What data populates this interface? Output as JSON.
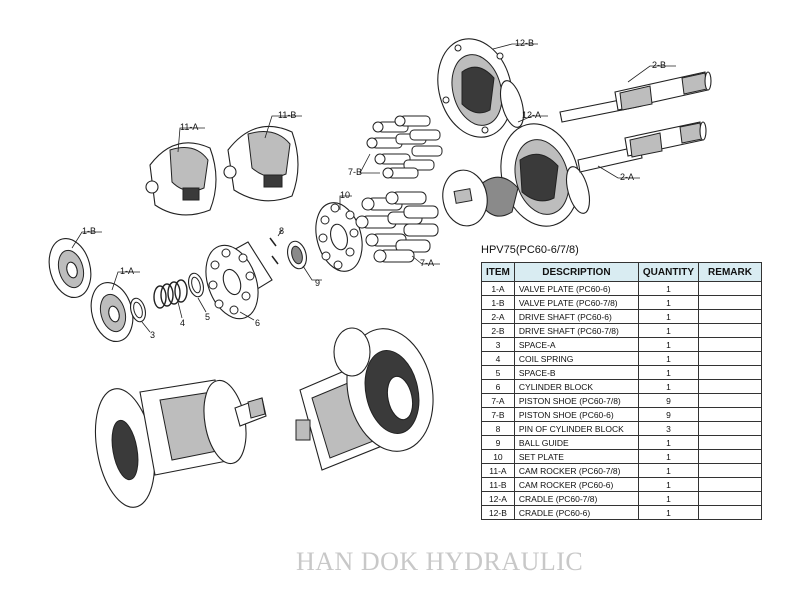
{
  "labels": {
    "l12B": "12-B",
    "l2B": "2-B",
    "l12A": "12-A",
    "l2A": "2-A",
    "l11A": "11-A",
    "l11B": "11-B",
    "l7B": "7-B",
    "l10": "10",
    "l7A": "7-A",
    "l8": "8",
    "l9": "9",
    "l1B": "1-B",
    "l1A": "1-A",
    "l3": "3",
    "l4": "4",
    "l5": "5",
    "l6": "6"
  },
  "table": {
    "title": "HPV75(PC60-6/7/8)",
    "headers": {
      "item": "ITEM",
      "description": "DESCRIPTION",
      "quantity": "QUANTITY",
      "remark": "REMARK"
    },
    "rows": [
      {
        "item": "1-A",
        "description": "VALVE PLATE (PC60-6)",
        "quantity": "1",
        "remark": ""
      },
      {
        "item": "1-B",
        "description": "VALVE PLATE (PC60-7/8)",
        "quantity": "1",
        "remark": ""
      },
      {
        "item": "2-A",
        "description": "DRIVE SHAFT (PC60-6)",
        "quantity": "1",
        "remark": ""
      },
      {
        "item": "2-B",
        "description": "DRIVE SHAFT (PC60-7/8)",
        "quantity": "1",
        "remark": ""
      },
      {
        "item": "3",
        "description": "SPACE-A",
        "quantity": "1",
        "remark": ""
      },
      {
        "item": "4",
        "description": "COIL SPRING",
        "quantity": "1",
        "remark": ""
      },
      {
        "item": "5",
        "description": "SPACE-B",
        "quantity": "1",
        "remark": ""
      },
      {
        "item": "6",
        "description": "CYLINDER BLOCK",
        "quantity": "1",
        "remark": ""
      },
      {
        "item": "7-A",
        "description": "PISTON SHOE  (PC60-7/8)",
        "quantity": "9",
        "remark": ""
      },
      {
        "item": "7-B",
        "description": "PISTON SHOE  (PC60-6)",
        "quantity": "9",
        "remark": ""
      },
      {
        "item": "8",
        "description": "PIN OF CYLINDER BLOCK",
        "quantity": "3",
        "remark": ""
      },
      {
        "item": "9",
        "description": "BALL GUIDE",
        "quantity": "1",
        "remark": ""
      },
      {
        "item": "10",
        "description": "SET PLATE",
        "quantity": "1",
        "remark": ""
      },
      {
        "item": "11-A",
        "description": "CAM ROCKER (PC60-7/8)",
        "quantity": "1",
        "remark": ""
      },
      {
        "item": "11-B",
        "description": "CAM ROCKER (PC60-6)",
        "quantity": "1",
        "remark": ""
      },
      {
        "item": "12-A",
        "description": "CRADLE (PC60-7/8)",
        "quantity": "1",
        "remark": ""
      },
      {
        "item": "12-B",
        "description": "CRADLE (PC60-6)",
        "quantity": "1",
        "remark": ""
      }
    ]
  },
  "watermark": "HAN DOK HYDRAULIC"
}
